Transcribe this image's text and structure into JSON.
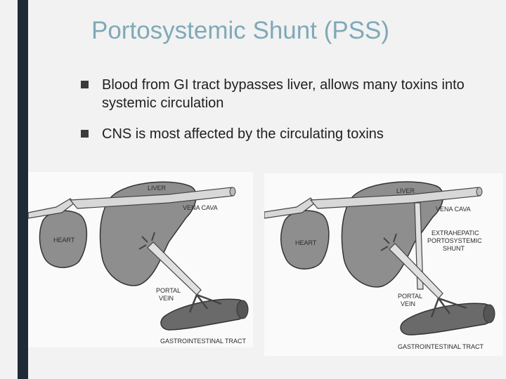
{
  "slide": {
    "title": "Portosystemic Shunt (PSS)",
    "bullets": [
      "Blood from GI tract bypasses liver, allows many toxins into systemic circulation",
      "CNS is most affected by the circulating toxins"
    ]
  },
  "figure_left": {
    "labels": {
      "liver": "LIVER",
      "vena_cava": "VENA CAVA",
      "heart": "HEART",
      "portal_vein_1": "PORTAL",
      "portal_vein_2": "VEIN",
      "gi_tract": "GASTROINTESTINAL TRACT"
    }
  },
  "figure_right": {
    "labels": {
      "liver": "LIVER",
      "vena_cava": "VENA CAVA",
      "heart": "HEART",
      "shunt_1": "EXTRAHEPATIC",
      "shunt_2": "PORTOSYSTEMIC",
      "shunt_3": "SHUNT",
      "portal_vein_1": "PORTAL",
      "portal_vein_2": "VEIN",
      "gi_tract": "GASTROINTESTINAL TRACT"
    }
  },
  "colors": {
    "title": "#7fa9b8",
    "accent_bar": "#1f2a36",
    "organ_fill": "#8e8e8e",
    "gi_fill": "#6a6a6a"
  }
}
